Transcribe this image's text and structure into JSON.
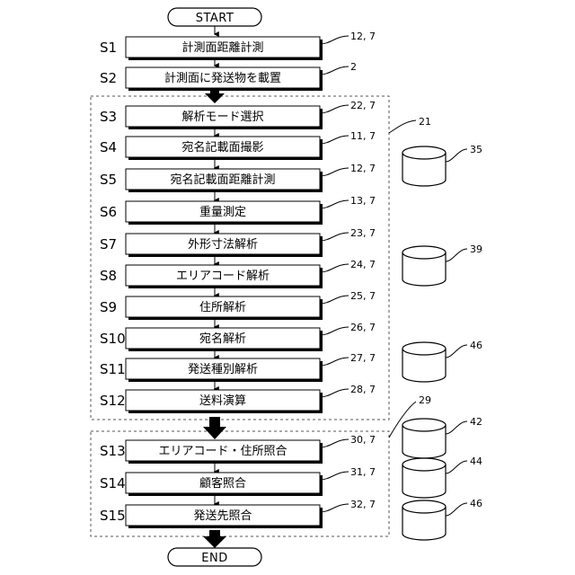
{
  "start_label": "START",
  "end_label": "END",
  "steps": [
    {
      "id": "S1",
      "text": "計測面距離計測",
      "ref": "12, 7"
    },
    {
      "id": "S2",
      "text": "計測面に発送物を載置",
      "ref": "2"
    },
    {
      "id": "S3",
      "text": "解析モード選択",
      "ref": "22, 7"
    },
    {
      "id": "S4",
      "text": "宛名記載面撮影",
      "ref": "11, 7"
    },
    {
      "id": "S5",
      "text": "宛名記載面距離計測",
      "ref": "12, 7"
    },
    {
      "id": "S6",
      "text": "重量測定",
      "ref": "13, 7"
    },
    {
      "id": "S7",
      "text": "外形寸法解析",
      "ref": "23, 7"
    },
    {
      "id": "S8",
      "text": "エリアコード解析",
      "ref": "24, 7"
    },
    {
      "id": "S9",
      "text": "住所解析",
      "ref": "25, 7"
    },
    {
      "id": "S10",
      "text": "宛名解析",
      "ref": "26, 7"
    },
    {
      "id": "S11",
      "text": "発送種別解析",
      "ref": "27, 7"
    },
    {
      "id": "S12",
      "text": "送料演算",
      "ref": "28, 7"
    },
    {
      "id": "S13",
      "text": "エリアコード・住所照合",
      "ref": "30, 7"
    },
    {
      "id": "S14",
      "text": "顧客照合",
      "ref": "31, 7"
    },
    {
      "id": "S15",
      "text": "発送先照合",
      "ref": "32, 7"
    }
  ],
  "groups": [
    {
      "ref": "21"
    },
    {
      "ref": "29"
    }
  ],
  "databases": [
    {
      "ref": "35"
    },
    {
      "ref": "39"
    },
    {
      "ref": "46"
    },
    {
      "ref": "42"
    },
    {
      "ref": "44"
    },
    {
      "ref": "46"
    }
  ]
}
